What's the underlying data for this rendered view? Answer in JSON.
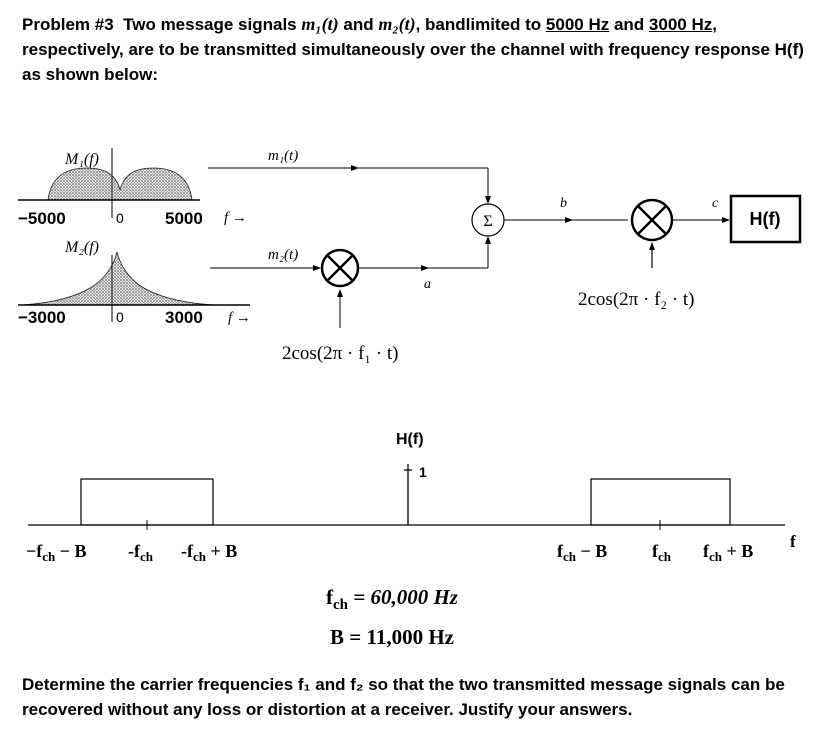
{
  "problem": {
    "lead": "Problem #3",
    "t1": "Two message signals ",
    "m1": "m₁(t)",
    "t2": " and ",
    "m2": "m₂(t)",
    "t3": ", bandlimited to ",
    "bw1": "5000 Hz",
    "t4": " and ",
    "bw2": "3000 Hz",
    "t5": ", respectively, are to be transmitted simultaneously over the channel with frequency response H(f) as shown below:"
  },
  "spectra": {
    "m1_label": "M₁(f)",
    "m1_neg": "−5000",
    "m1_zero": "0",
    "m1_pos": "5000",
    "m2_label": "M₂(f)",
    "m2_neg": "−3000",
    "m2_zero": "0",
    "m2_pos": "3000",
    "f_axis": "f →"
  },
  "block": {
    "m1_t": "m₁(t)",
    "m2_t": "m₂(t)",
    "node_a": "a",
    "node_b": "b",
    "node_c": "c",
    "sum": "Σ",
    "channel": "H(f)",
    "carrier1": "2cos(2π · f₁ · t)",
    "carrier2": "2cos(2π · f₂ · t)"
  },
  "response": {
    "title": "H(f)",
    "level": "1",
    "left_lo": "−f",
    "left_lo_sub": "ch",
    "left_lo_rest": " − B",
    "left_mid": "-f",
    "left_mid_sub": "ch",
    "left_hi": "-f",
    "left_hi_sub": "ch",
    "left_hi_rest": " + B",
    "right_lo": "f",
    "right_lo_sub": "ch",
    "right_lo_rest": " − B",
    "right_mid": "f",
    "right_mid_sub": "ch",
    "right_hi": "f",
    "right_hi_sub": "ch",
    "right_hi_rest": " + B",
    "f_axis": "f"
  },
  "params": {
    "fch_sym": "f",
    "fch_sub": "ch",
    "fch_val": " = 60,000 Hz",
    "B_eq": "B = 11,000 Hz"
  },
  "footer": {
    "text": "Determine the carrier frequencies f₁ and f₂ so that the two transmitted message signals can be recovered without any loss or distortion at a receiver. Justify your answers."
  }
}
